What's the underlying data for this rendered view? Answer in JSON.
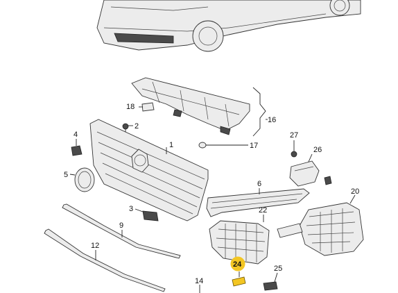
{
  "labels": [
    {
      "id": "p1",
      "text": "1"
    },
    {
      "id": "p2",
      "text": "2"
    },
    {
      "id": "p3",
      "text": "3"
    },
    {
      "id": "p4",
      "text": "4"
    },
    {
      "id": "p5",
      "text": "5"
    },
    {
      "id": "p6",
      "text": "6"
    },
    {
      "id": "p9",
      "text": "9"
    },
    {
      "id": "p12",
      "text": "12"
    },
    {
      "id": "p14",
      "text": "14"
    },
    {
      "id": "p16",
      "text": "16"
    },
    {
      "id": "p17",
      "text": "17"
    },
    {
      "id": "p18",
      "text": "18"
    },
    {
      "id": "p20",
      "text": "20"
    },
    {
      "id": "p22",
      "text": "22"
    },
    {
      "id": "p24",
      "text": "24"
    },
    {
      "id": "p25",
      "text": "25"
    },
    {
      "id": "p26",
      "text": "26"
    },
    {
      "id": "p27",
      "text": "27"
    }
  ],
  "colors": {
    "highlight": "#f3c623",
    "line": "#222222",
    "part_fill": "#ececec"
  }
}
